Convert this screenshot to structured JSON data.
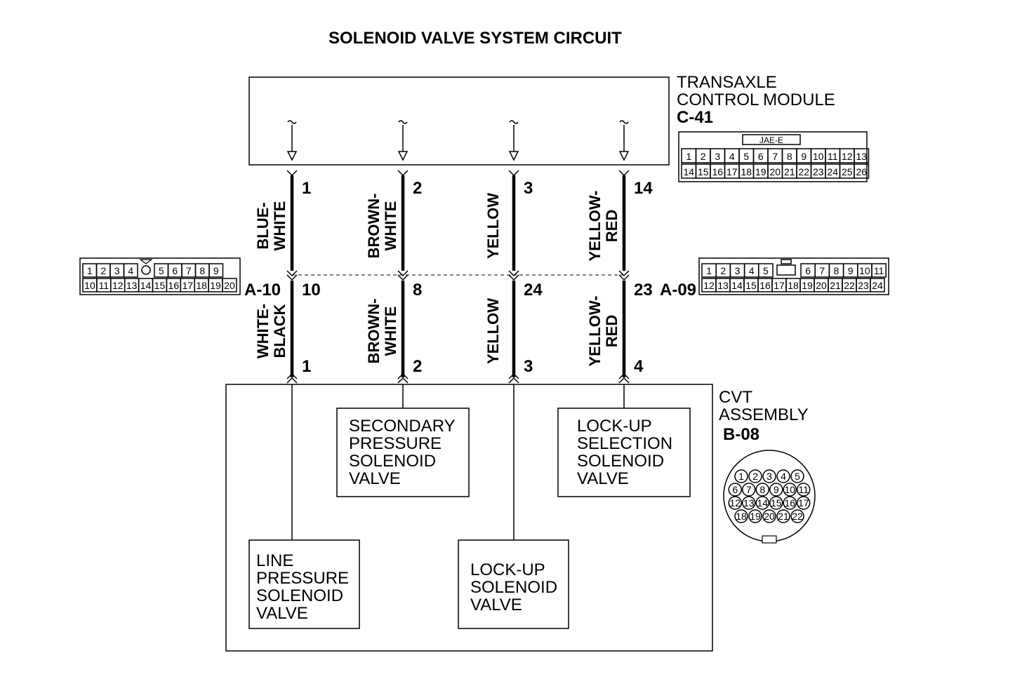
{
  "title": "SOLENOID VALVE SYSTEM CIRCUIT",
  "tcm": {
    "line1": "TRANSAXLE",
    "line2": "CONTROL MODULE",
    "connector_id": "C-41",
    "connector_label": "JAE-E",
    "connector_row1": [
      "1",
      "2",
      "3",
      "4",
      "5",
      "6",
      "7",
      "8",
      "9",
      "10",
      "11",
      "12",
      "13"
    ],
    "connector_row2": [
      "14",
      "15",
      "16",
      "17",
      "18",
      "19",
      "20",
      "21",
      "22",
      "23",
      "24",
      "25",
      "26"
    ]
  },
  "wires": [
    {
      "tcm_pin": "1",
      "upper_color": [
        "BLUE-",
        "WHITE"
      ],
      "junction_pin": "10",
      "lower_color": [
        "WHITE-",
        "BLACK"
      ],
      "cvt_pin": "1"
    },
    {
      "tcm_pin": "2",
      "upper_color": [
        "BROWN-",
        "WHITE"
      ],
      "junction_pin": "8",
      "lower_color": [
        "BROWN-",
        "WHITE"
      ],
      "cvt_pin": "2"
    },
    {
      "tcm_pin": "3",
      "upper_color": [
        "YELLOW"
      ],
      "junction_pin": "24",
      "lower_color": [
        "YELLOW"
      ],
      "cvt_pin": "3"
    },
    {
      "tcm_pin": "14",
      "upper_color": [
        "YELLOW-",
        "RED"
      ],
      "junction_pin": "23",
      "lower_color": [
        "YELLOW-",
        "RED"
      ],
      "cvt_pin": "4"
    }
  ],
  "junction_left": {
    "id": "A-10",
    "row1": [
      "1",
      "2",
      "3",
      "4",
      "5",
      "6",
      "7",
      "8",
      "9"
    ],
    "row2": [
      "10",
      "11",
      "12",
      "13",
      "14",
      "15",
      "16",
      "17",
      "18",
      "19",
      "20"
    ]
  },
  "junction_right": {
    "id": "A-09",
    "row1": [
      "1",
      "2",
      "3",
      "4",
      "5",
      "6",
      "7",
      "8",
      "9",
      "10",
      "11"
    ],
    "row2": [
      "12",
      "13",
      "14",
      "15",
      "16",
      "17",
      "18",
      "19",
      "20",
      "21",
      "22",
      "23",
      "24"
    ]
  },
  "cvt": {
    "line1": "CVT",
    "line2": "ASSEMBLY",
    "connector_id": "B-08",
    "pins_row1": [
      "1",
      "2",
      "3",
      "4",
      "5"
    ],
    "pins_row2": [
      "6",
      "7",
      "8",
      "9",
      "10",
      "11"
    ],
    "pins_row3": [
      "12",
      "13",
      "14",
      "15",
      "16",
      "17"
    ],
    "pins_row4": [
      "18",
      "19",
      "20",
      "21",
      "22"
    ]
  },
  "valves": {
    "secondary": [
      "SECONDARY",
      "PRESSURE",
      "SOLENOID",
      "VALVE"
    ],
    "lockup_selection": [
      "LOCK-UP",
      "SELECTION",
      "SOLENOID",
      "VALVE"
    ],
    "line_pressure": [
      "LINE",
      "PRESSURE",
      "SOLENOID",
      "VALVE"
    ],
    "lockup": [
      "LOCK-UP",
      "SOLENOID",
      "VALVE"
    ]
  }
}
